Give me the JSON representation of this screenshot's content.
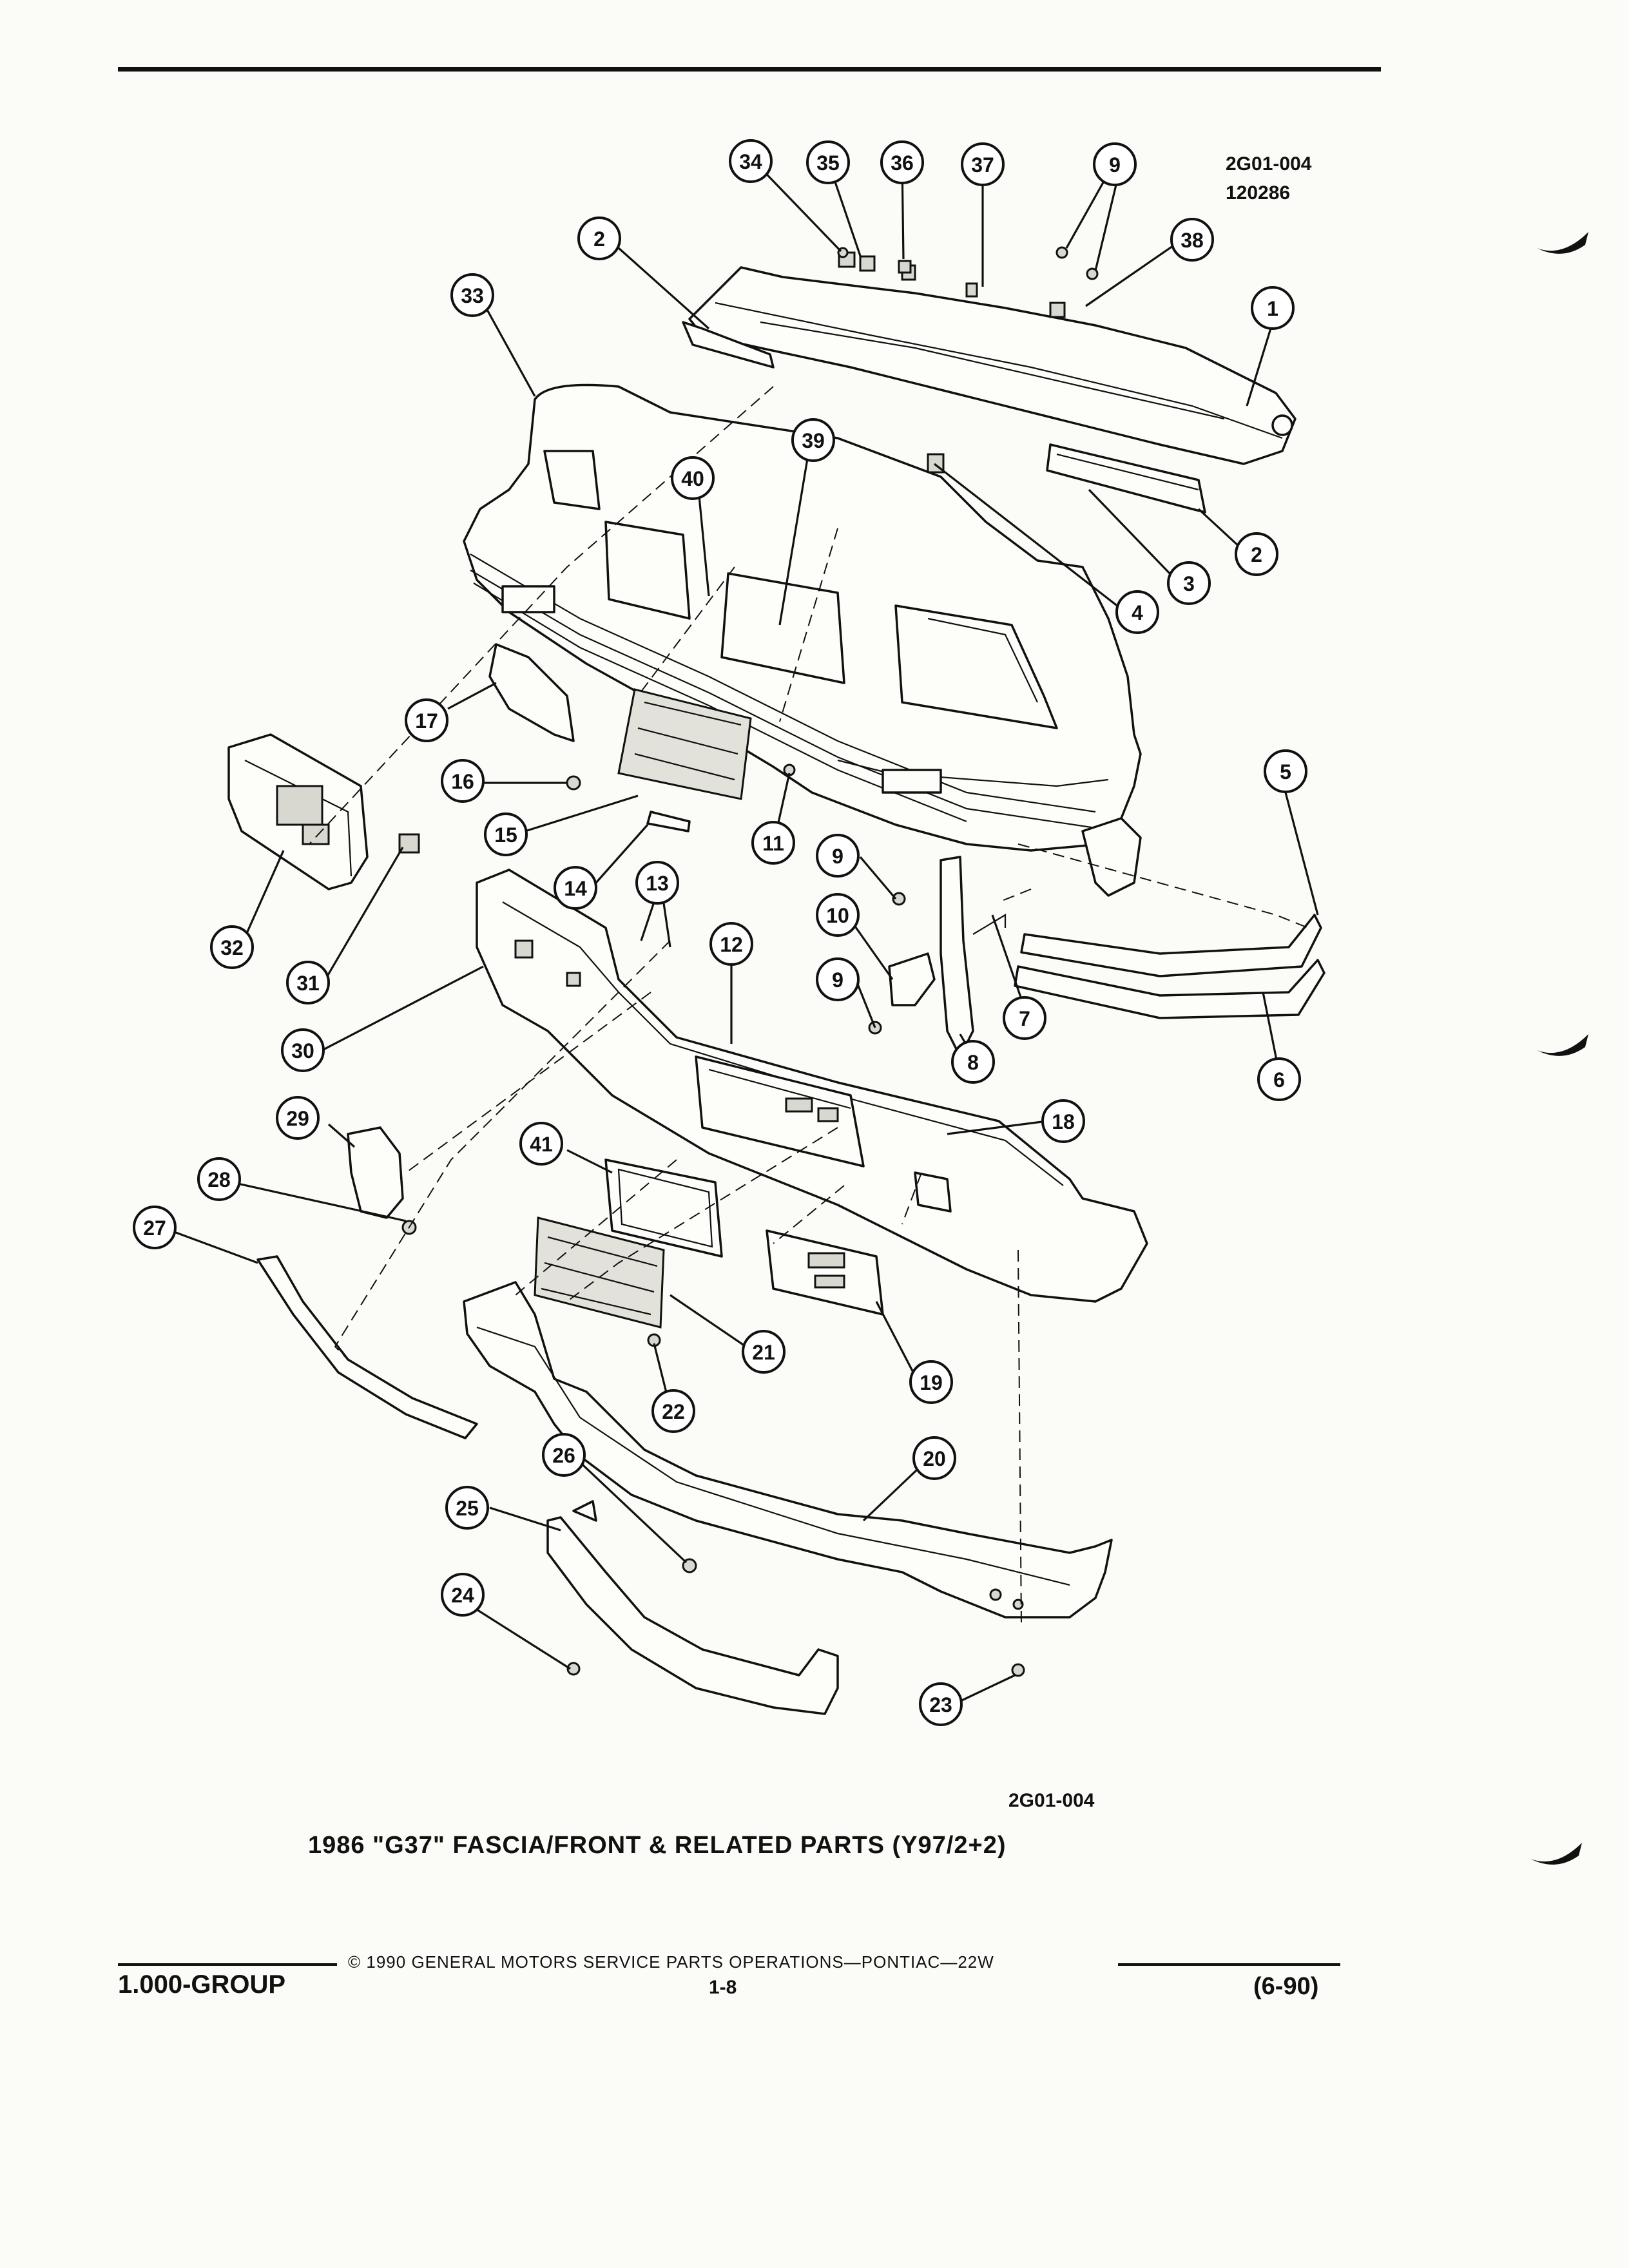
{
  "header": {
    "code": "2G01-004",
    "date_code": "120286"
  },
  "caption": {
    "code": "2G01-004",
    "title": "1986 \"G37\" FASCIA/FRONT & RELATED PARTS (Y97/2+2)"
  },
  "footer": {
    "group": "1.000-GROUP",
    "copyright": "© 1990 GENERAL MOTORS SERVICE PARTS OPERATIONS—PONTIAC—22W",
    "page": "1-8",
    "edition": "(6-90)"
  },
  "callouts": [
    {
      "id": "c34",
      "label": "34"
    },
    {
      "id": "c35",
      "label": "35"
    },
    {
      "id": "c36",
      "label": "36"
    },
    {
      "id": "c37",
      "label": "37"
    },
    {
      "id": "c9a",
      "label": "9"
    },
    {
      "id": "c38",
      "label": "38"
    },
    {
      "id": "c2a",
      "label": "2"
    },
    {
      "id": "c33",
      "label": "33"
    },
    {
      "id": "c1",
      "label": "1"
    },
    {
      "id": "c39",
      "label": "39"
    },
    {
      "id": "c40",
      "label": "40"
    },
    {
      "id": "c2b",
      "label": "2"
    },
    {
      "id": "c3",
      "label": "3"
    },
    {
      "id": "c4",
      "label": "4"
    },
    {
      "id": "c17",
      "label": "17"
    },
    {
      "id": "c5",
      "label": "5"
    },
    {
      "id": "c16",
      "label": "16"
    },
    {
      "id": "c15",
      "label": "15"
    },
    {
      "id": "c11",
      "label": "11"
    },
    {
      "id": "c9b",
      "label": "9"
    },
    {
      "id": "c14",
      "label": "14"
    },
    {
      "id": "c13",
      "label": "13"
    },
    {
      "id": "c32",
      "label": "32"
    },
    {
      "id": "c10",
      "label": "10"
    },
    {
      "id": "c12",
      "label": "12"
    },
    {
      "id": "c31",
      "label": "31"
    },
    {
      "id": "c9c",
      "label": "9"
    },
    {
      "id": "c7",
      "label": "7"
    },
    {
      "id": "c30",
      "label": "30"
    },
    {
      "id": "c8",
      "label": "8"
    },
    {
      "id": "c6",
      "label": "6"
    },
    {
      "id": "c29",
      "label": "29"
    },
    {
      "id": "c18",
      "label": "18"
    },
    {
      "id": "c41",
      "label": "41"
    },
    {
      "id": "c28",
      "label": "28"
    },
    {
      "id": "c27",
      "label": "27"
    },
    {
      "id": "c21",
      "label": "21"
    },
    {
      "id": "c19",
      "label": "19"
    },
    {
      "id": "c22",
      "label": "22"
    },
    {
      "id": "c20",
      "label": "20"
    },
    {
      "id": "c26",
      "label": "26"
    },
    {
      "id": "c25",
      "label": "25"
    },
    {
      "id": "c24",
      "label": "24"
    },
    {
      "id": "c23",
      "label": "23"
    }
  ]
}
